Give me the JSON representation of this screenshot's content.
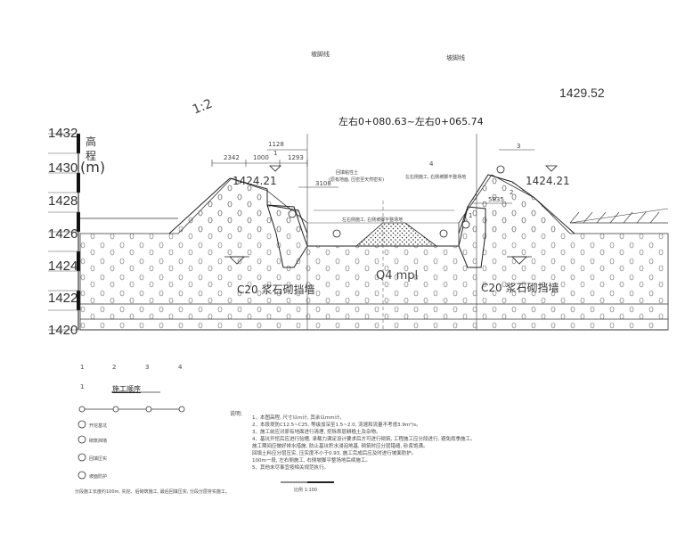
{
  "header": {
    "label_left": "坡脚线",
    "label_right": "坡脚线",
    "elev_top_right": "1429.52",
    "slope_ratio": "1:2",
    "chainage": "左右0+080.63~左右0+065.74",
    "height_label": "高",
    "height_label2": "程",
    "height_unit": "(m)"
  },
  "elevation_axis": [
    "1432",
    "1430",
    "1428",
    "1426",
    "1424",
    "1422",
    "1420"
  ],
  "dimensions": {
    "d1128": "1128",
    "d1": "1",
    "d2342": "2342",
    "d1000": "1000",
    "d1293": "1293",
    "d3108": "3108",
    "d5835": "5835",
    "d3": "3",
    "d4": "4",
    "d2": "2",
    "d1b": "1"
  },
  "section_labels": {
    "crest_left": "1424.21",
    "crest_right": "1424.21",
    "wall_left": "C20 浆石砌挡墙",
    "wall_right": "C20 浆石砌挡墙",
    "center_mark": "Q4 mpl",
    "note_mid_1": "回填粘性土",
    "note_mid_2": "(原有地面, 压密至天然密实)",
    "note_center": "左右侧施工, 右侧坡脚平整场地",
    "note_right": "左右侧施工, 右侧坡脚平整场地"
  },
  "legend": {
    "steps": [
      "1",
      "2",
      "3",
      "4"
    ],
    "title_num": "1",
    "title": "施工顺序",
    "items": [
      "开挖基坑",
      "砌筑挡墙",
      "回填压实",
      "坡面防护"
    ],
    "footnote": "分段施工长度约100m, 先挖、后砌筑施工, 最后回填压实, 分段分层夯实施工。"
  },
  "notes": {
    "title": "说明:",
    "lines": [
      "1、本图高程, 尺寸以m计, 其余以mm计。",
      "2、本段堤防C12.5~C25, 等级加深至1.5~2.0, 流速和流量不考虑3.9m³/s。",
      "3、施工前应对原有地面进行清理, 挖除表层耕植土及杂物。",
      "4、基坑开挖后应进行验槽, 承载力满足设计要求后方可进行砌筑, 工程施工应分段进行, 避免雨季施工。",
      "   施工期间应做好排水措施, 防止基坑积水浸泡地基, 砌筑时应分层错缝, 砂浆饱满。",
      "   回填土料应分层压实, 压实度不小于0.93, 施工完成后应及时进行坡面防护。",
      "100m一段, 左右侧施工, 右侧坡脚平整场地后续施工。",
      "5、其他未尽事宜按相关规范执行。"
    ],
    "scale": "比例 1:100"
  }
}
